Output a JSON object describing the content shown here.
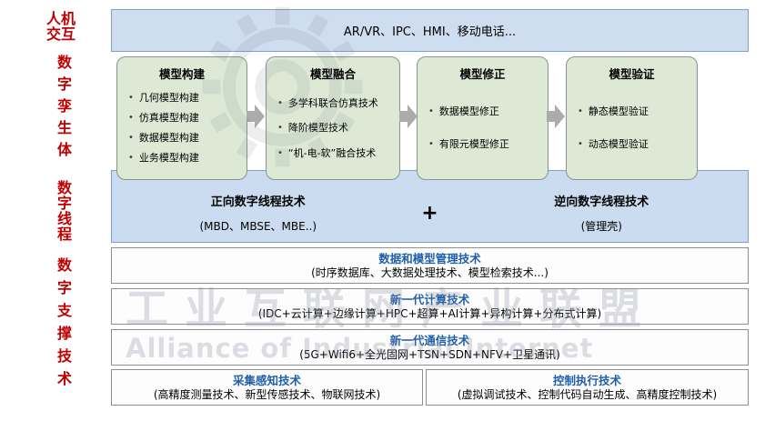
{
  "left_labels": {
    "hmi": "人机交互",
    "digital_twin": "数字孪生体",
    "digital_thread": "数字线程",
    "digital_support": "数字支撑技术"
  },
  "top_bar": {
    "text": "AR/VR、IPC、HMI、移动电话..."
  },
  "model_boxes": [
    {
      "title": "模型构建",
      "items": [
        "几何模型构建",
        "仿真模型构建",
        "数据模型构建",
        "业务模型构建"
      ]
    },
    {
      "title": "模型融合",
      "items": [
        "多学科联合仿真技术",
        "降阶模型技术",
        "“机-电-软”融合技术"
      ]
    },
    {
      "title": "模型修正",
      "items": [
        "数据模型修正",
        "有限元模型修正"
      ]
    },
    {
      "title": "模型验证",
      "items": [
        "静态模型验证",
        "动态模型验证"
      ]
    }
  ],
  "thread_band": {
    "forward_title": "正向数字线程技术",
    "forward_sub": "(MBD、MBSE、MBE..)",
    "plus": "+",
    "reverse_title": "逆向数字线程技术",
    "reverse_sub": "(管理壳)"
  },
  "support_rows": [
    {
      "title": "数据和模型管理技术",
      "detail": "(时序数据库、大数据处理技术、模型检索技术...)"
    },
    {
      "title": "新一代计算技术",
      "detail": "(IDC+云计算+边缘计算+HPC+超算+AI计算+异构计算+分布式计算)"
    },
    {
      "title": "新一代通信技术",
      "detail": "(5G+Wifi6+全光固网+TSN+SDN+NFV+卫星通讯)"
    }
  ],
  "bottom_boxes": [
    {
      "title": "采集感知技术",
      "detail": "(高精度测量技术、新型传感技术、物联网技术)"
    },
    {
      "title": "控制执行技术",
      "detail": "(虚拟调试技术、控制代码自动生成、高精度控制技术)"
    }
  ],
  "watermark": {
    "cn": "工业互联网产业联盟",
    "en": "Alliance of Industrial Internet"
  },
  "bullet_glyph": "•",
  "colors": {
    "red_label": "#c00000",
    "blue_fill": "#cfddf0",
    "blue_border": "#7fa1c9",
    "green_fill": "#dde9d5",
    "green_border": "#879590",
    "row_title_blue": "#1f5fa9",
    "arrow_gray": "#ababab"
  }
}
